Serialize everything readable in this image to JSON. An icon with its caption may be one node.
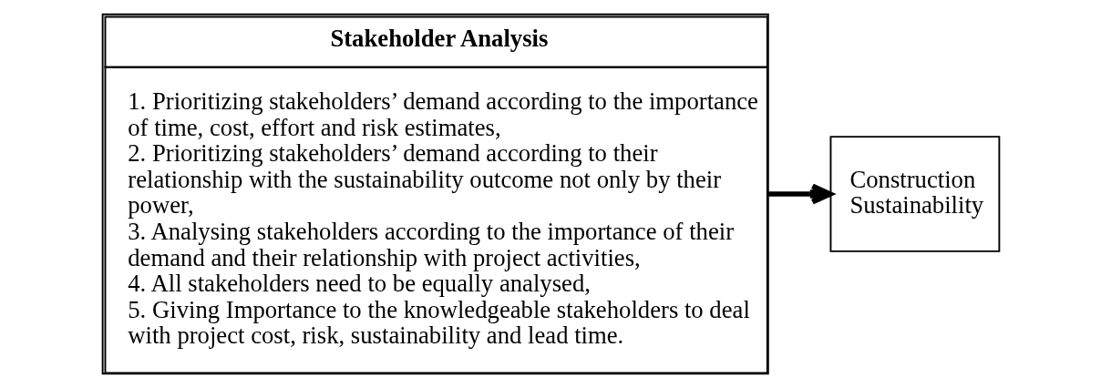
{
  "diagram": {
    "nodes": [
      {
        "text": [
          "Stakeholder Analysis",
          "1. Prioritizing stakeholders’ demand according to the importance of time, cost, effort and risk estimates,",
          "2. Prioritizing stakeholders’ demand according to their relationship with the sustainability outcome not only by their power,",
          "3. Analysing stakeholders according to the importance of their demand and their relationship with project activities,",
          "4. All stakeholders need to be equally analysed,",
          "5. Giving Importance to the knowledgeable stakeholders to deal with project cost, risk, sustainability and lead time."
        ]
      },
      {
        "text": [
          "Construction Sustainability"
        ]
      }
    ],
    "edges": [
      {
        "from": 0,
        "to": 1,
        "arrow": "to"
      }
    ]
  }
}
